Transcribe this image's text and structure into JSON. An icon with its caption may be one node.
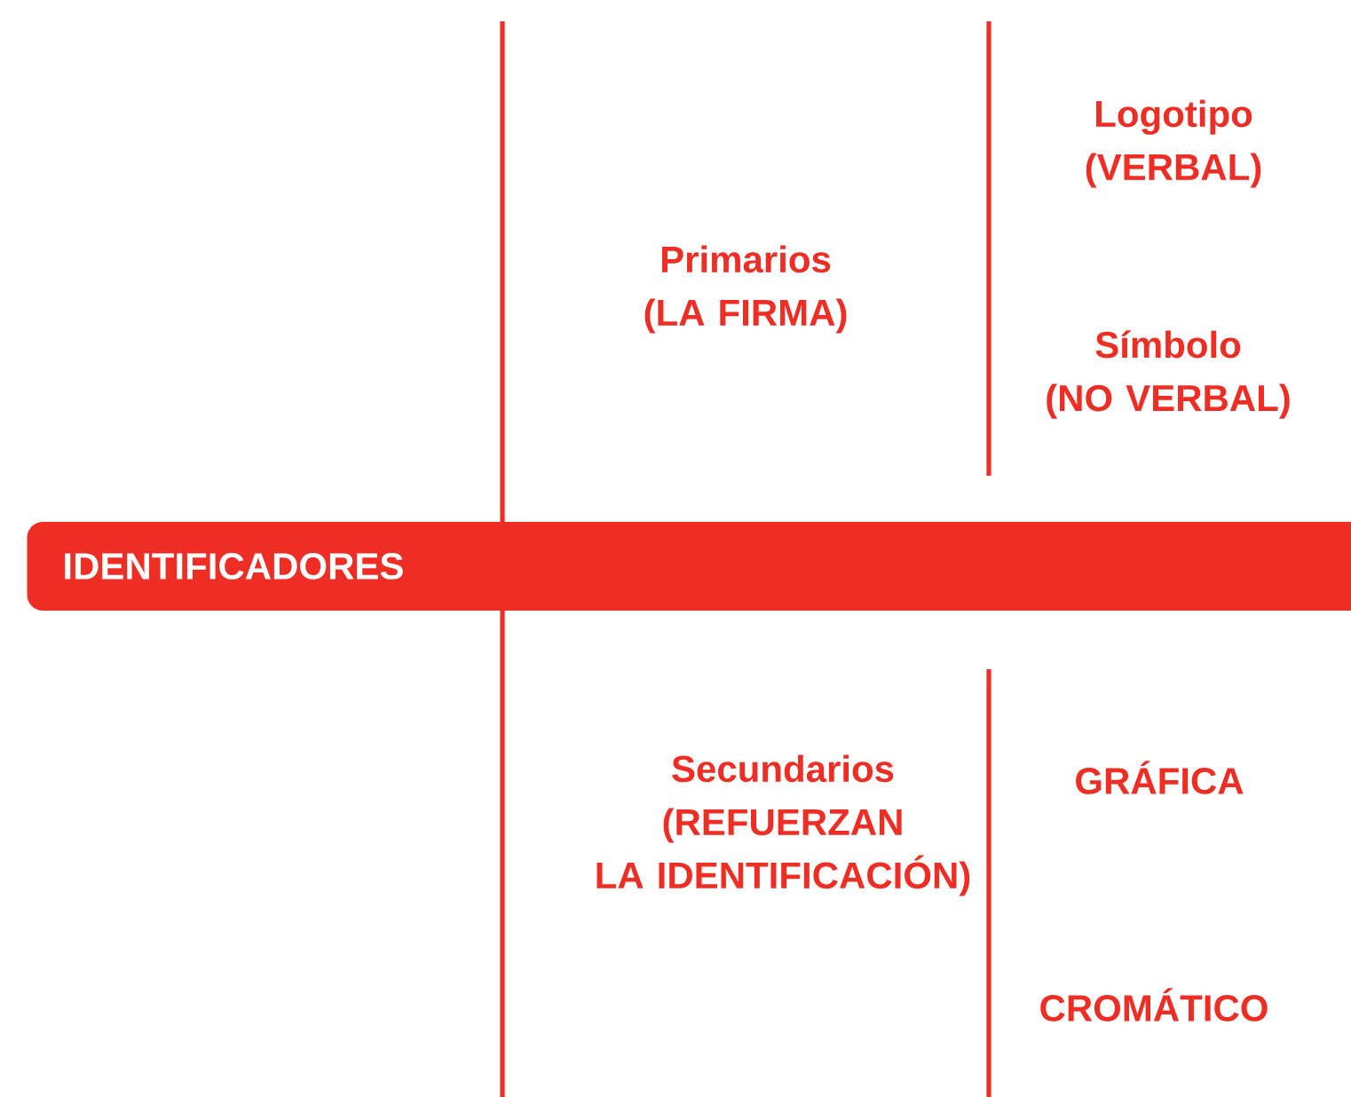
{
  "diagram": {
    "nodes": [
      {
        "text": [
          "IDENTIFICADORES"
        ]
      },
      {
        "text": [
          "Primarios (LA FIRMA)"
        ]
      },
      {
        "text": [
          "Logotipo (VERBAL)"
        ]
      },
      {
        "text": [
          "Símbolo (NO VERBAL)"
        ]
      },
      {
        "text": [
          "Secundarios (REFUERZAN LA IDENTIFICACIÓN)"
        ]
      },
      {
        "text": [
          "GRÁFICA"
        ]
      },
      {
        "text": [
          "CROMÁTICO"
        ]
      }
    ]
  }
}
